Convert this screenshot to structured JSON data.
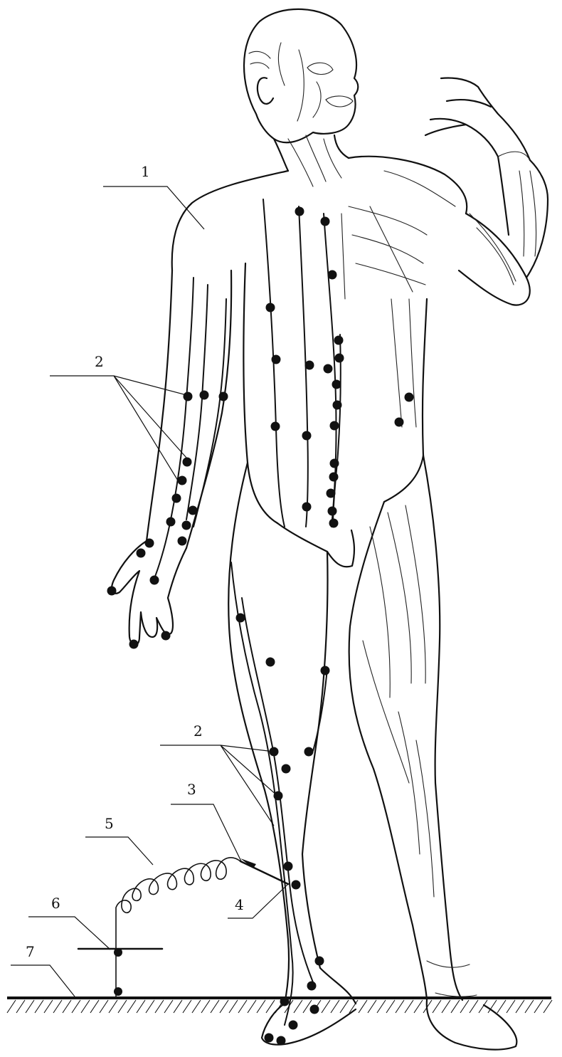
{
  "callouts": [
    {
      "id": "label-1",
      "text": "1"
    },
    {
      "id": "label-2-arm",
      "text": "2"
    },
    {
      "id": "label-2-leg",
      "text": "2"
    },
    {
      "id": "label-3",
      "text": "3"
    },
    {
      "id": "label-4",
      "text": "4"
    },
    {
      "id": "label-5",
      "text": "5"
    },
    {
      "id": "label-6",
      "text": "6"
    },
    {
      "id": "label-7",
      "text": "7"
    }
  ],
  "colors": {
    "ink": "#111111",
    "paper": "#ffffff"
  }
}
